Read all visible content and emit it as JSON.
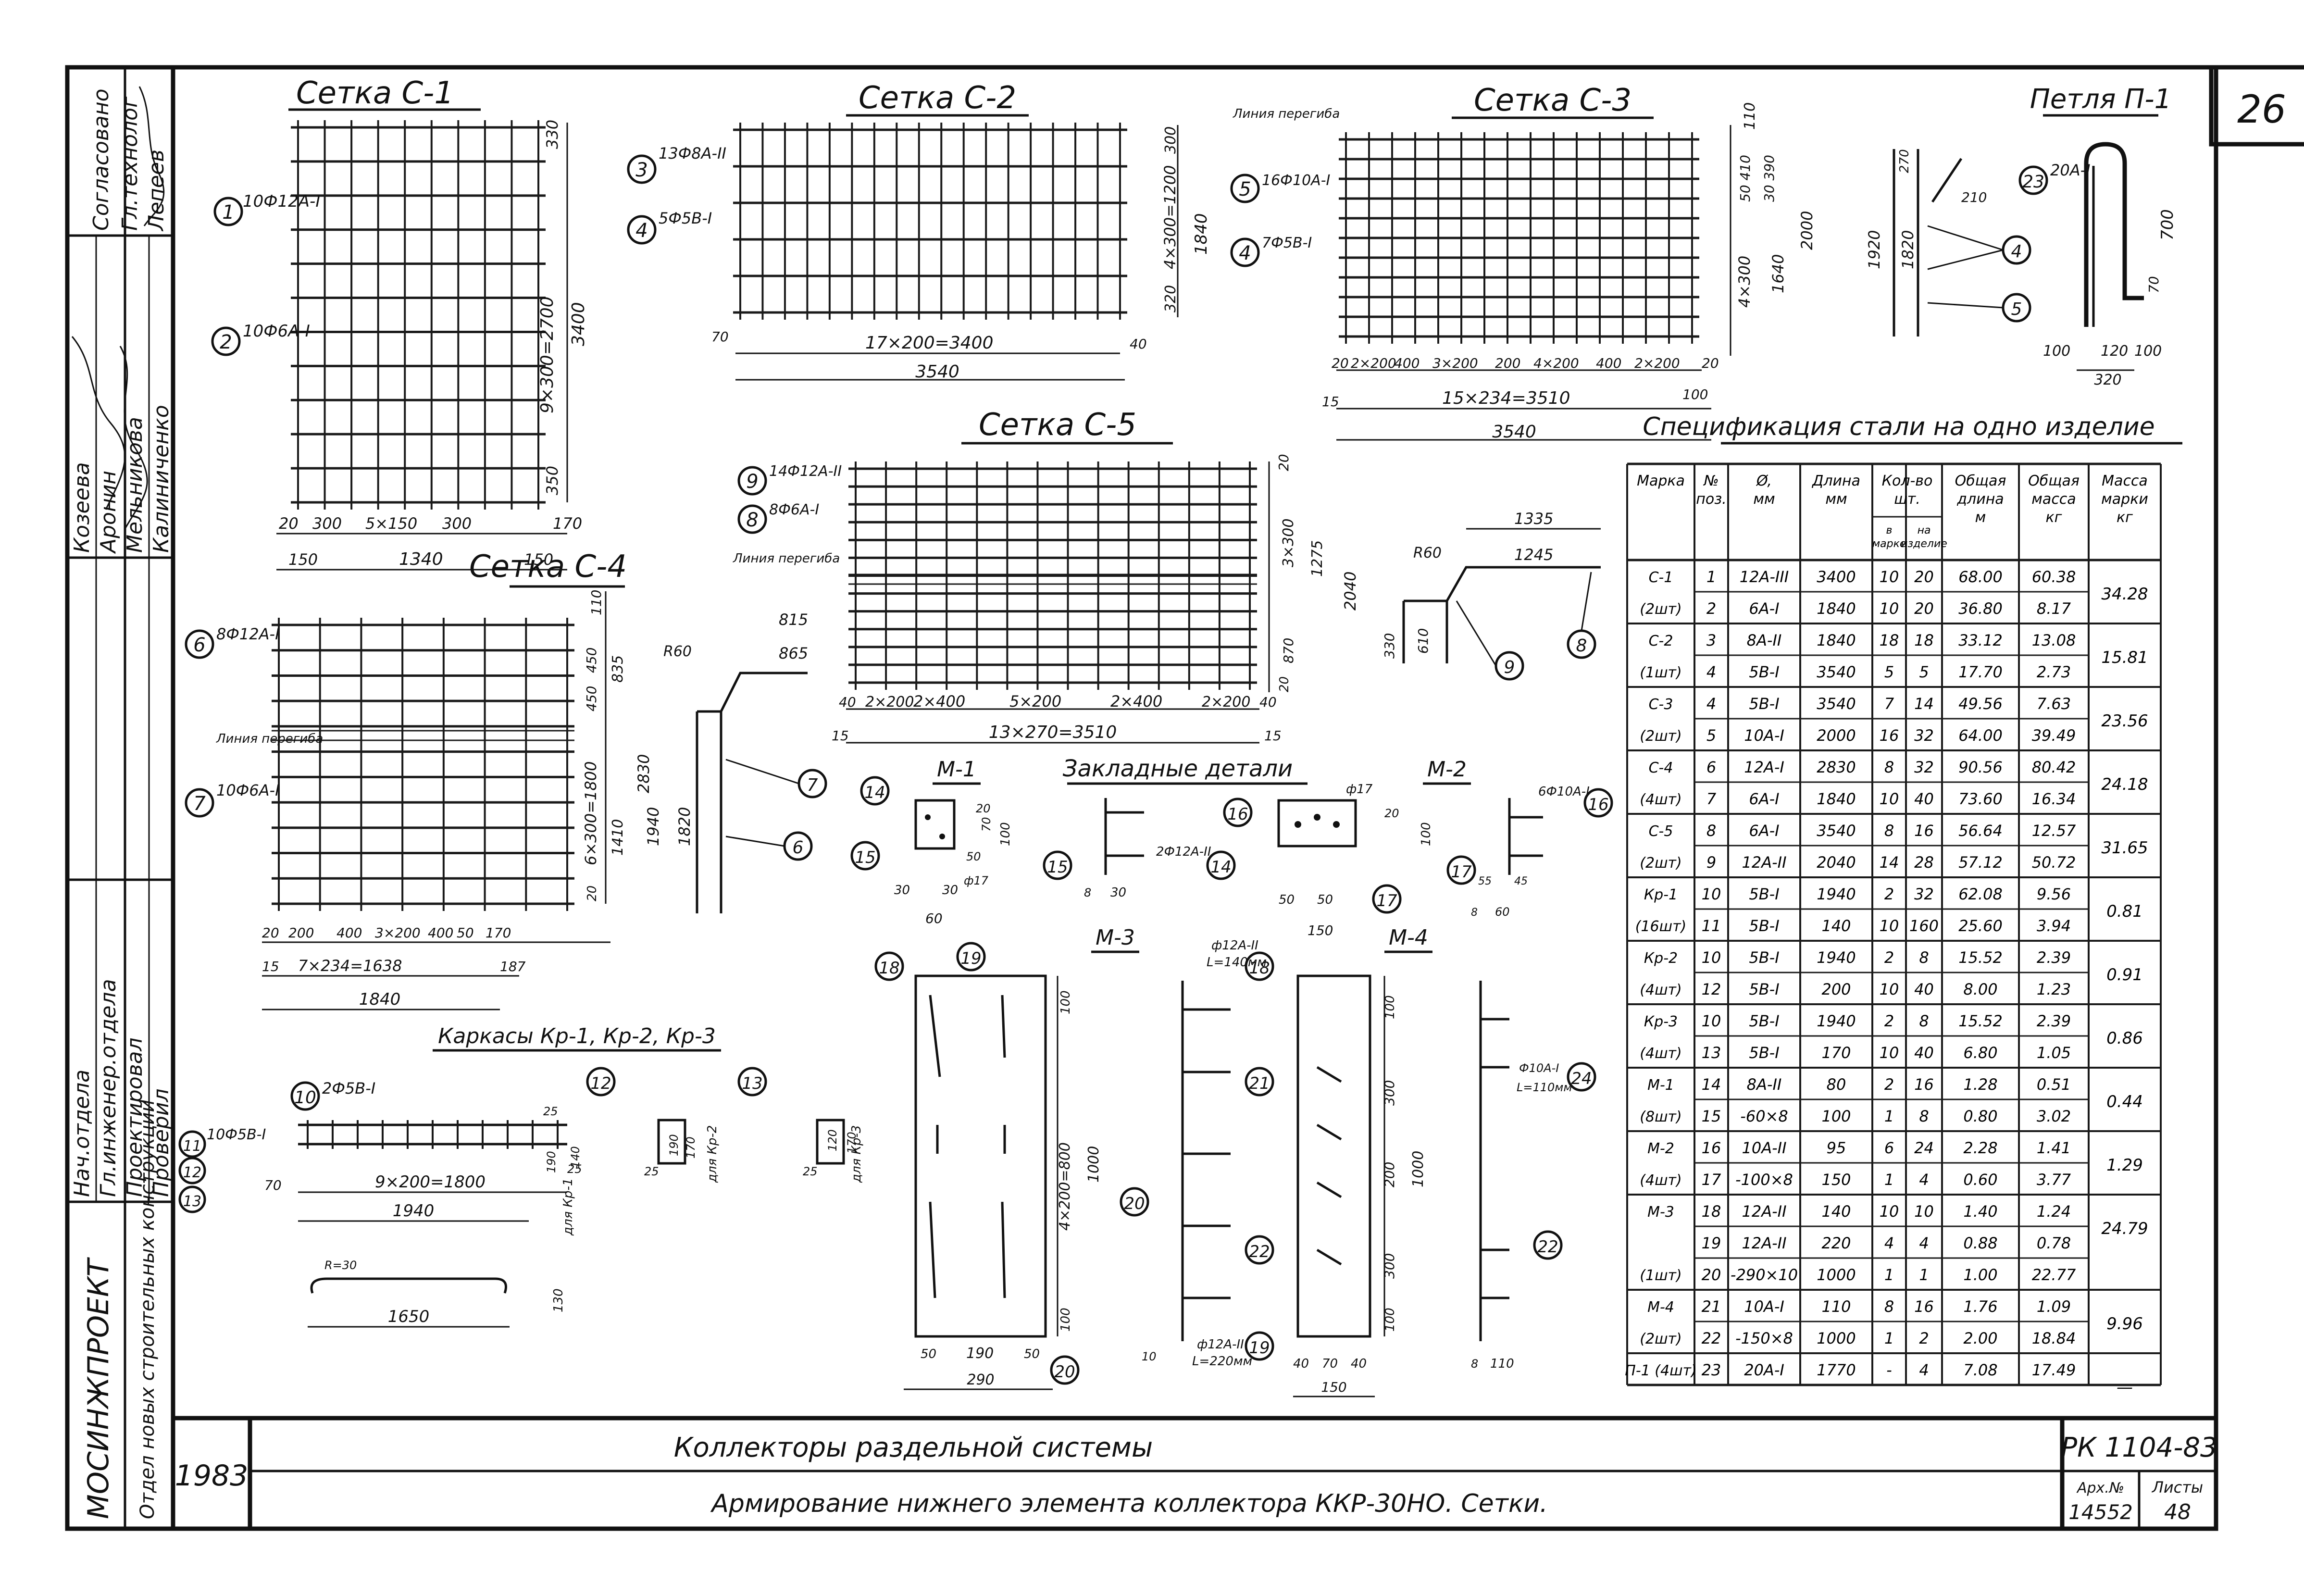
{
  "sheet_number": "26",
  "stamp": {
    "approved": "Согласовано",
    "chief_engineer": "Гл.технолог",
    "lepeev": "Лепеев",
    "kozeeva": "Козеева",
    "aronin": "Аронин",
    "melnikova": "Мельникова",
    "kalinichenko": "Калиниченко",
    "head_dept": "Нач.отдела",
    "chief_eng_dept": "Гл.инженер.отдела",
    "designed": "Проектировал",
    "checked": "Проверил",
    "org": "МОСИНЖПРОЕКТ",
    "dept": "Отдел новых строительных конструкций"
  },
  "meshes": {
    "c1": {
      "title": "Сетка С-1",
      "pos1": "10Ф12А-I",
      "pos2": "10Ф6А-I",
      "dim_top": "330",
      "dim_mid": "9×300=2700",
      "dim_total": "3400",
      "dim_bot": "350",
      "dims_bottom": [
        "20",
        "300",
        "5×150",
        "300",
        "170"
      ],
      "dims_bottom2": [
        "150",
        "1340",
        "150"
      ]
    },
    "c2": {
      "title": "Сетка С-2",
      "pos3": "13Ф8А-II",
      "pos4": "5Ф5В-I",
      "dim_a": "300",
      "dim_b": "4×300=1200",
      "dim_c": "1840",
      "dim_d": "320",
      "dim_e": "17×200=3400",
      "dim_f": "3540",
      "dim_g": "70",
      "dim_h": "40"
    },
    "c3": {
      "title": "Сетка С-3",
      "bend_line": "Линия перегиба",
      "pos5": "16Ф10А-I",
      "pos4": "7Ф5В-I",
      "dims_right": [
        "110",
        "50 410",
        "30 390",
        "4×300",
        "1640",
        "2000"
      ],
      "dims_bottom": [
        "20",
        "2×200",
        "400",
        "3×200",
        "200",
        "4×200",
        "400",
        "2×200",
        "20"
      ],
      "dim_sum": "15×234=3510",
      "dim_total": "3540",
      "dim_15": "15",
      "dim_100": "100"
    },
    "c4": {
      "title": "Сетка С-4",
      "pos6": "8Ф12А-I",
      "bend_line": "Линия перегиба",
      "pos7": "10Ф6А-I",
      "dims_right": [
        "110",
        "450",
        "450",
        "835",
        "6×300=1800",
        "1410",
        "2830",
        "20"
      ],
      "dims_bottom": [
        "20",
        "200",
        "400",
        "3×200",
        "400",
        "50",
        "170"
      ],
      "dim_sum": "7×234=1638",
      "dim_15": "15",
      "dim_187": "187",
      "dim_total": "1840"
    },
    "c5": {
      "title": "Сетка С-5",
      "pos9": "14Ф12А-II",
      "pos8": "8Ф6А-I",
      "bend_line": "Линия перегиба",
      "dims_right": [
        "20",
        "3×300",
        "1275",
        "2040",
        "870",
        "20"
      ],
      "dims_bottom": [
        "40",
        "2×200",
        "2×400",
        "5×200",
        "2×400",
        "2×200",
        "40"
      ],
      "dim_sum": "13×270=3510",
      "dim_15": "15"
    },
    "bend1": {
      "r": "R60",
      "d1": "815",
      "d2": "865",
      "h1": "1940",
      "h2": "1820"
    },
    "bend2": {
      "r": "R60",
      "d1": "1335",
      "d2": "1245",
      "h1": "330",
      "h2": "610"
    },
    "loop": {
      "title": "Петля П-1",
      "pos23": "20А-I",
      "d700": "700",
      "d70": "70",
      "d100a": "100",
      "d120": "120",
      "d100b": "100",
      "d320": "320",
      "d1920": "1920",
      "d1820": "1820",
      "d270": "270",
      "d210": "210"
    }
  },
  "embedded": {
    "title": "Закладные детали",
    "m1": {
      "title": "М-1",
      "d30a": "30",
      "d30b": "30",
      "d60": "60",
      "d20": "20",
      "d50": "50",
      "d100": "100",
      "d70": "70",
      "phi17": "ф17",
      "d8": "8"
    },
    "m1b": {
      "label": "2Ф12А-II",
      "d30": "30",
      "d8": "8"
    },
    "m2": {
      "title": "М-2",
      "pos16": "6Ф10А-I",
      "d50a": "50",
      "d50b": "50",
      "d150": "150",
      "d100": "100",
      "d20": "20",
      "d55": "55",
      "d45": "45",
      "d8": "8",
      "d60": "60",
      "phi17": "ф17"
    },
    "m3": {
      "title": "М-3",
      "d100a": "100",
      "d_mid": "4×200=800",
      "d1000": "1000",
      "d100b": "100",
      "d50a": "50",
      "d190": "190",
      "d50b": "50",
      "d290": "290",
      "pos18": "ф12А-II",
      "l140": "L=140мм",
      "pos19": "ф12А-II",
      "l220": "L=220мм",
      "d10": "10"
    },
    "m4": {
      "title": "М-4",
      "d100a": "100",
      "d300a": "300",
      "d200": "200",
      "d300b": "300",
      "d1000": "1000",
      "d100b": "100",
      "d40a": "40",
      "d70": "70",
      "d40b": "40",
      "d150": "150",
      "pos24": "Ф10А-I",
      "l110": "L=110мм",
      "d8": "8",
      "d110": "110"
    }
  },
  "frames": {
    "title": "Каркасы Кр-1, Кр-2, Кр-3",
    "pos10": "2Ф5В-I",
    "pos11": "10Ф5В-I",
    "d70": "70",
    "d_sum": "9×200=1800",
    "d1940": "1940",
    "d1650": "1650",
    "d130": "130",
    "r30": "R=30",
    "kr1": "для Кр-1",
    "kr2": "для Кр-2",
    "kr3": "для Кр-3",
    "d25a": "25",
    "d25b": "25",
    "d190": "190",
    "d140": "140",
    "d170": "170",
    "d120": "120"
  },
  "spec": {
    "title": "Спецификация стали на одно изделие",
    "headers": [
      "Марка",
      "№ поз.",
      "Ø, мм",
      "Длина мм",
      "Кол-во шт.",
      "Общая длина м",
      "Общая масса кг",
      "Масса марки кг"
    ],
    "sub_headers": [
      "в марке",
      "на изделие"
    ],
    "rows": [
      [
        "С-1",
        "1",
        "12А-III",
        "3400",
        "10",
        "20",
        "68.00",
        "60.38",
        "34.28"
      ],
      [
        "(2шт)",
        "2",
        "6А-I",
        "1840",
        "10",
        "20",
        "36.80",
        "8.17",
        ""
      ],
      [
        "С-2",
        "3",
        "8А-II",
        "1840",
        "18",
        "18",
        "33.12",
        "13.08",
        "15.81"
      ],
      [
        "(1шт)",
        "4",
        "5В-I",
        "3540",
        "5",
        "5",
        "17.70",
        "2.73",
        ""
      ],
      [
        "С-3",
        "4",
        "5В-I",
        "3540",
        "7",
        "14",
        "49.56",
        "7.63",
        "23.56"
      ],
      [
        "(2шт)",
        "5",
        "10А-I",
        "2000",
        "16",
        "32",
        "64.00",
        "39.49",
        ""
      ],
      [
        "С-4",
        "6",
        "12А-I",
        "2830",
        "8",
        "32",
        "90.56",
        "80.42",
        "24.18"
      ],
      [
        "(4шт)",
        "7",
        "6А-I",
        "1840",
        "10",
        "40",
        "73.60",
        "16.34",
        ""
      ],
      [
        "С-5",
        "8",
        "6А-I",
        "3540",
        "8",
        "16",
        "56.64",
        "12.57",
        "31.65"
      ],
      [
        "(2шт)",
        "9",
        "12А-II",
        "2040",
        "14",
        "28",
        "57.12",
        "50.72",
        ""
      ],
      [
        "Кр-1",
        "10",
        "5В-I",
        "1940",
        "2",
        "32",
        "62.08",
        "9.56",
        "0.81"
      ],
      [
        "(16шт)",
        "11",
        "5В-I",
        "140",
        "10",
        "160",
        "25.60",
        "3.94",
        ""
      ],
      [
        "Кр-2",
        "10",
        "5В-I",
        "1940",
        "2",
        "8",
        "15.52",
        "2.39",
        "0.91"
      ],
      [
        "(4шт)",
        "12",
        "5В-I",
        "200",
        "10",
        "40",
        "8.00",
        "1.23",
        ""
      ],
      [
        "Кр-3",
        "10",
        "5В-I",
        "1940",
        "2",
        "8",
        "15.52",
        "2.39",
        "0.86"
      ],
      [
        "(4шт)",
        "13",
        "5В-I",
        "170",
        "10",
        "40",
        "6.80",
        "1.05",
        ""
      ],
      [
        "М-1",
        "14",
        "8А-II",
        "80",
        "2",
        "16",
        "1.28",
        "0.51",
        "0.44"
      ],
      [
        "(8шт)",
        "15",
        "-60×8",
        "100",
        "1",
        "8",
        "0.80",
        "3.02",
        ""
      ],
      [
        "М-2",
        "16",
        "10А-II",
        "95",
        "6",
        "24",
        "2.28",
        "1.41",
        "1.29"
      ],
      [
        "(4шт)",
        "17",
        "-100×8",
        "150",
        "1",
        "4",
        "0.60",
        "3.77",
        ""
      ],
      [
        "М-3",
        "18",
        "12А-II",
        "140",
        "10",
        "10",
        "1.40",
        "1.24",
        "24.79"
      ],
      [
        "",
        "19",
        "12А-II",
        "220",
        "4",
        "4",
        "0.88",
        "0.78",
        ""
      ],
      [
        "(1шт)",
        "20",
        "-290×10",
        "1000",
        "1",
        "1",
        "1.00",
        "22.77",
        ""
      ],
      [
        "М-4",
        "21",
        "10А-I",
        "110",
        "8",
        "16",
        "1.76",
        "1.09",
        "9.96"
      ],
      [
        "(2шт)",
        "22",
        "-150×8",
        "1000",
        "1",
        "2",
        "2.00",
        "18.84",
        ""
      ],
      [
        "П-1 (4шт)",
        "23",
        "20А-I",
        "1770",
        "-",
        "4",
        "7.08",
        "17.49",
        "—"
      ]
    ]
  },
  "title_block": {
    "year": "1983",
    "title1": "Коллекторы раздельной системы",
    "title2": "Армирование нижнего элемента коллектора ККР-30НО. Сетки.",
    "code": "РК 1104-83",
    "arch_label": "Арх.№",
    "arch_no": "14552",
    "sheet_label": "Листы",
    "sheet_no": "48"
  }
}
